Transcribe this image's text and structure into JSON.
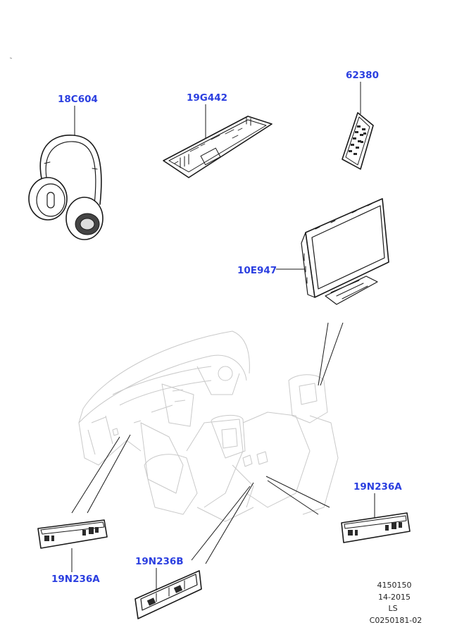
{
  "callouts": {
    "headphones": "18C604",
    "receiver_unit": "19G442",
    "remote_control": "62380",
    "display_screen": "10E947",
    "socket_panel_left": "19N236A",
    "socket_panel_rear": "19N236B",
    "socket_panel_right": "19N236A"
  },
  "reference": {
    "line1": "4150150",
    "line2": "14-2015",
    "line3": "LS",
    "line4": "C0250181-02"
  },
  "colors": {
    "label_blue": "#2b3fe0",
    "line_ink": "#1a1a1a",
    "ghost_gray": "#c9c9c9"
  }
}
